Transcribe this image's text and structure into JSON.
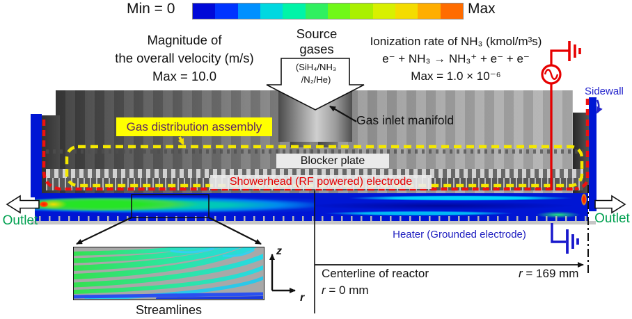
{
  "colorbar": {
    "min_label": "Min = 0",
    "max_label": "Max",
    "segments": [
      "#0009d8",
      "#0034ff",
      "#0090ff",
      "#00d8e0",
      "#00f4a8",
      "#30f060",
      "#70f818",
      "#aaf000",
      "#d8f000",
      "#f4dc00",
      "#ffae00",
      "#ff6c00"
    ]
  },
  "velocity_caption": {
    "line1": "Magnitude of",
    "line2": "the overall velocity (m/s)",
    "line3": "Max = 10.0"
  },
  "source_gases": {
    "line1": "Source",
    "line2": "gases",
    "formula_line1": "(SiH₄/NH₃",
    "formula_line2": "/N₂/He)"
  },
  "ionization_caption": {
    "line1": "Ionization rate of NH₃ (kmol/m³s)",
    "line2": "e⁻ + NH₃ → NH₃⁺ + e⁻ + e⁻",
    "line3": "Max = 1.0 × 10⁻⁶"
  },
  "reactor_labels": {
    "sidewall": "Sidewall",
    "gas_distribution_assembly": "Gas distribution assembly",
    "gas_inlet_manifold": "Gas inlet manifold",
    "blocker_plate": "Blocker plate",
    "showerhead": "Showerhead (RF powered) electrode",
    "heater": "Heater (Grounded electrode)",
    "outlet_left": "Outlet",
    "outlet_right": "Outlet"
  },
  "annotations": {
    "streamlines": "Streamlines",
    "centerline": "Centerline of reactor",
    "r_var": "r",
    "z_var": "z",
    "r0_suffix": " = 0 mm",
    "r169_suffix": " = 169 mm"
  },
  "colors": {
    "outlet_green": "#00a050",
    "label_blue": "#2020c0",
    "electrode_red": "#e60000",
    "assembly_yellow": "#ffff00",
    "assembly_text_purple": "#5c2462",
    "field_blue": "#0016d4"
  }
}
